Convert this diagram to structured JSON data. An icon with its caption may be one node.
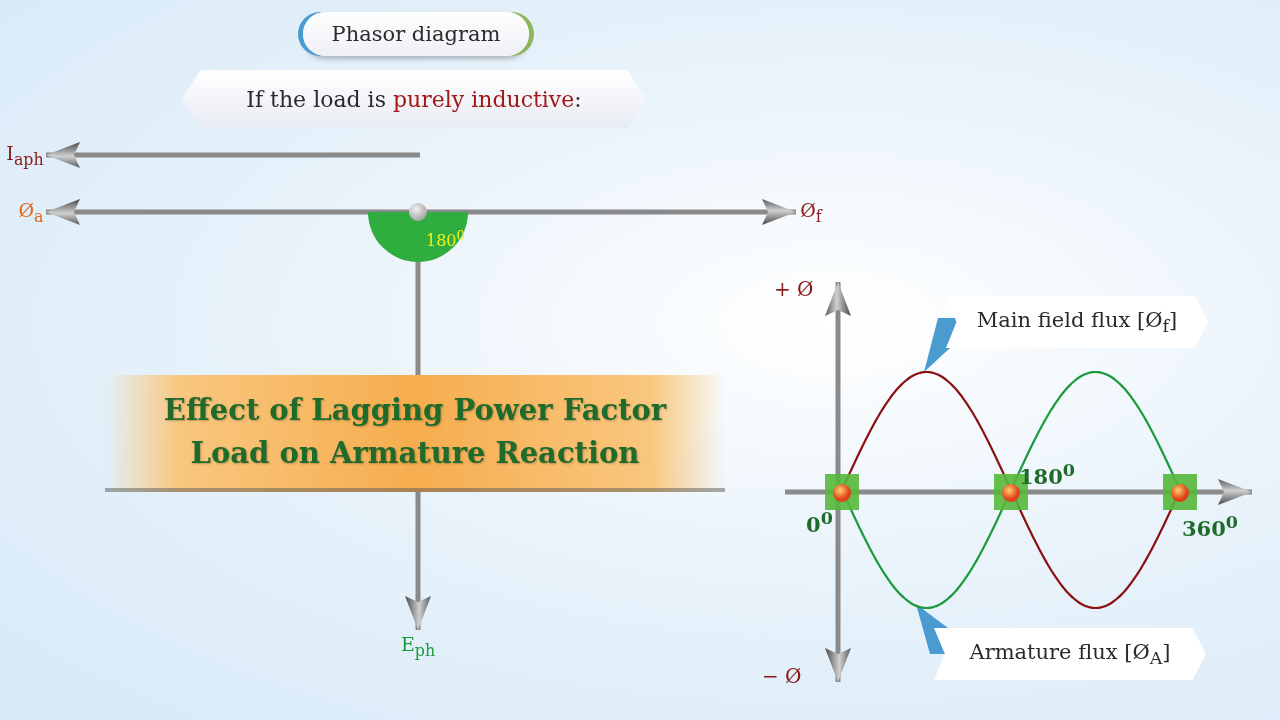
{
  "diagram": {
    "title": "Effect of Lagging Power Factor Load on Armature Reaction",
    "nodes": [
      {
        "text": [
          "Phasor diagram"
        ]
      },
      {
        "text": [
          "If the load is **purely inductive**:"
        ]
      },
      {
        "text": [],
        "shape": "circle"
      },
      {
        "text": [
          "I$_{aph}$"
        ]
      },
      {
        "text": [
          "Ø$_{a}$"
        ]
      },
      {
        "text": [
          "Ø$_{f}$"
        ]
      },
      {
        "text": [
          "E$_{ph}$"
        ]
      },
      {
        "text": [
          "Main field flux [Ø$_{f}$]"
        ]
      },
      {
        "text": [
          "Armature flux [Ø$_{A}$]"
        ]
      }
    ],
    "edges": [
      {
        "from": null,
        "to": 3,
        "arrow": "to"
      },
      {
        "from": 2,
        "to": 4,
        "arrow": "to"
      },
      {
        "from": 2,
        "to": 5,
        "arrow": "to"
      },
      {
        "from": 2,
        "to": 6,
        "arrow": "to"
      }
    ],
    "labels": [
      "180$^{0}$",
      "+ Ø",
      "180$^{0}$",
      "0$^{0}$",
      "360$^{0}$",
      "− Ø"
    ]
  }
}
